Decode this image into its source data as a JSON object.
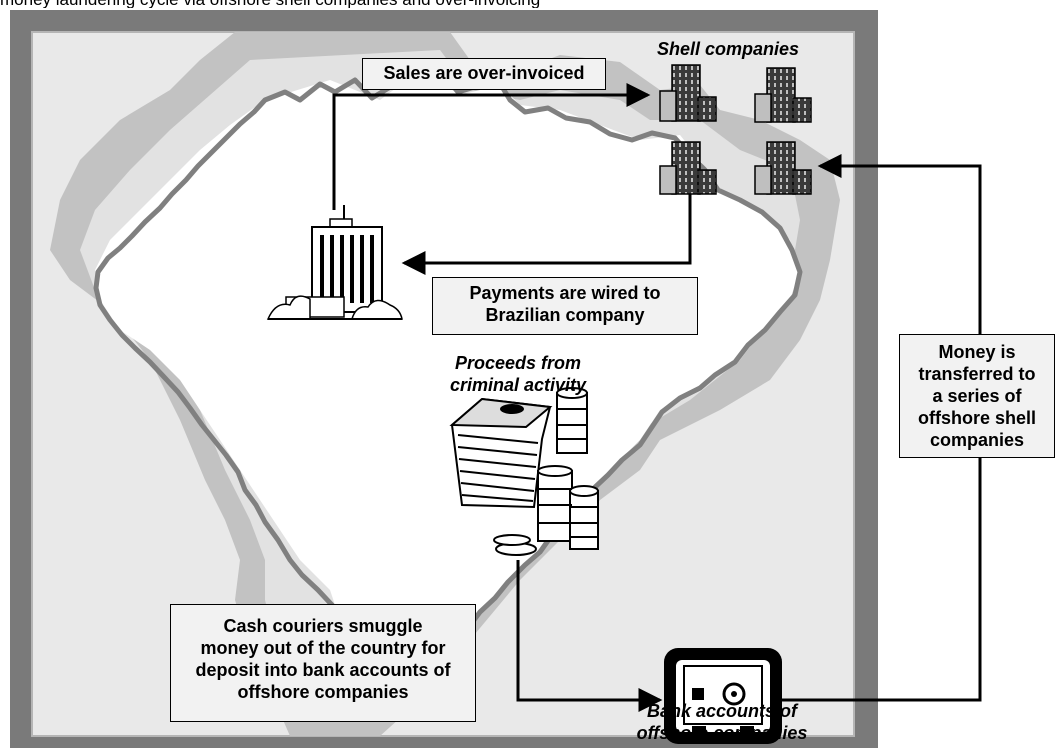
{
  "caption": "money laundering cycle via offshore shell companies and over-invoicing",
  "labels": {
    "shell_companies": "Shell companies",
    "sales_over_invoiced": "Sales are over-invoiced",
    "payments_wired_1": "Payments are wired to",
    "payments_wired_2": "Brazilian company",
    "proceeds_1": "Proceeds from",
    "proceeds_2": "criminal activity",
    "money_transferred_1": "Money is",
    "money_transferred_2": "transferred to",
    "money_transferred_3": "a series of",
    "money_transferred_4": "offshore shell",
    "money_transferred_5": "companies",
    "couriers_1": "Cash couriers smuggle",
    "couriers_2": "money out of the country for",
    "couriers_3": "deposit into bank accounts of",
    "couriers_4": "offshore companies",
    "bank_1": "Bank accounts of",
    "bank_2": "offshore companies"
  },
  "icons": [
    "shell-company-building-icon",
    "brazilian-company-building-icon",
    "money-stack-icon",
    "safe-icon"
  ],
  "colors": {
    "frame": "#7a7a7a",
    "land_outer": "#c4c4c4",
    "land_mid": "#e4e4e4",
    "land_inner": "#ffffff",
    "border_line": "#808080",
    "box_fill": "#f2f2f2"
  }
}
